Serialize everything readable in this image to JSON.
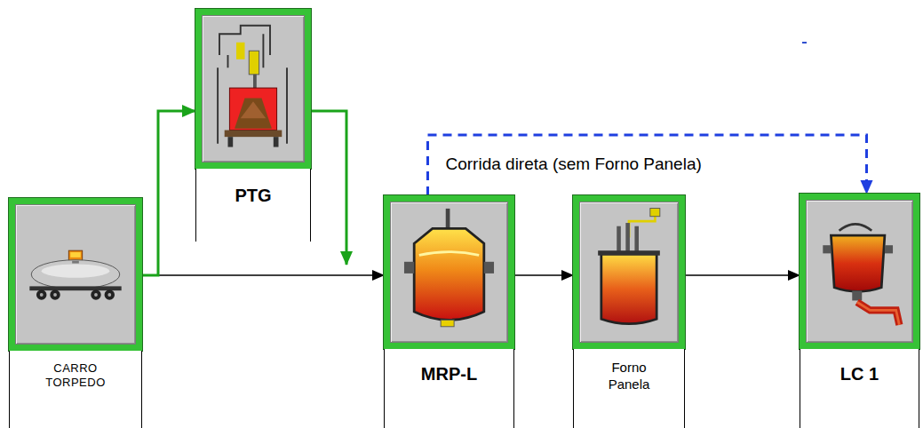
{
  "diagram": {
    "nodes": [
      {
        "text": [
          "CARRO TORPEDO"
        ]
      },
      {
        "text": [
          "PTG"
        ]
      },
      {
        "text": [
          "MRP-L"
        ]
      },
      {
        "text": [
          "Forno Panela"
        ]
      },
      {
        "text": [
          "LC 1"
        ]
      }
    ],
    "edges": [
      {
        "from": 0,
        "to": 2,
        "arrow": "to"
      },
      {
        "from": 0,
        "to": 1,
        "arrow": "to"
      },
      {
        "from": 1,
        "to": 2,
        "arrow": "to"
      },
      {
        "from": 2,
        "to": 3,
        "arrow": "to"
      },
      {
        "from": 3,
        "to": 4,
        "arrow": "to"
      },
      {
        "from": 2,
        "to": 4,
        "label": "Corrida direta (sem Forno Panela)",
        "arrow": "to"
      }
    ]
  }
}
